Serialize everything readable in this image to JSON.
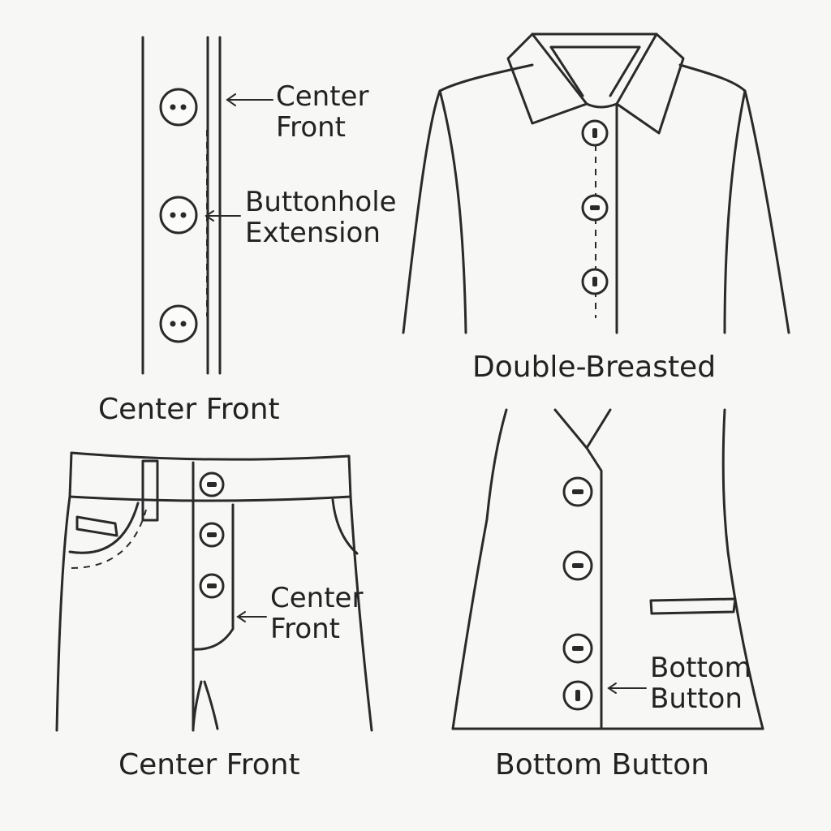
{
  "panels": {
    "placket": {
      "title": "Center Front",
      "callout_top": [
        "Center",
        "Front"
      ],
      "callout_mid": [
        "Buttonhole",
        "Extension"
      ]
    },
    "shirt": {
      "title": "Double-Breasted"
    },
    "trousers": {
      "title": "Center Front",
      "callout": [
        "Center",
        "Front"
      ]
    },
    "vest": {
      "title": "Bottom Button",
      "callout": [
        "Bottom",
        "Button"
      ]
    }
  },
  "colors": {
    "background": "#f7f7f5",
    "ink": "#2a2a2a"
  }
}
